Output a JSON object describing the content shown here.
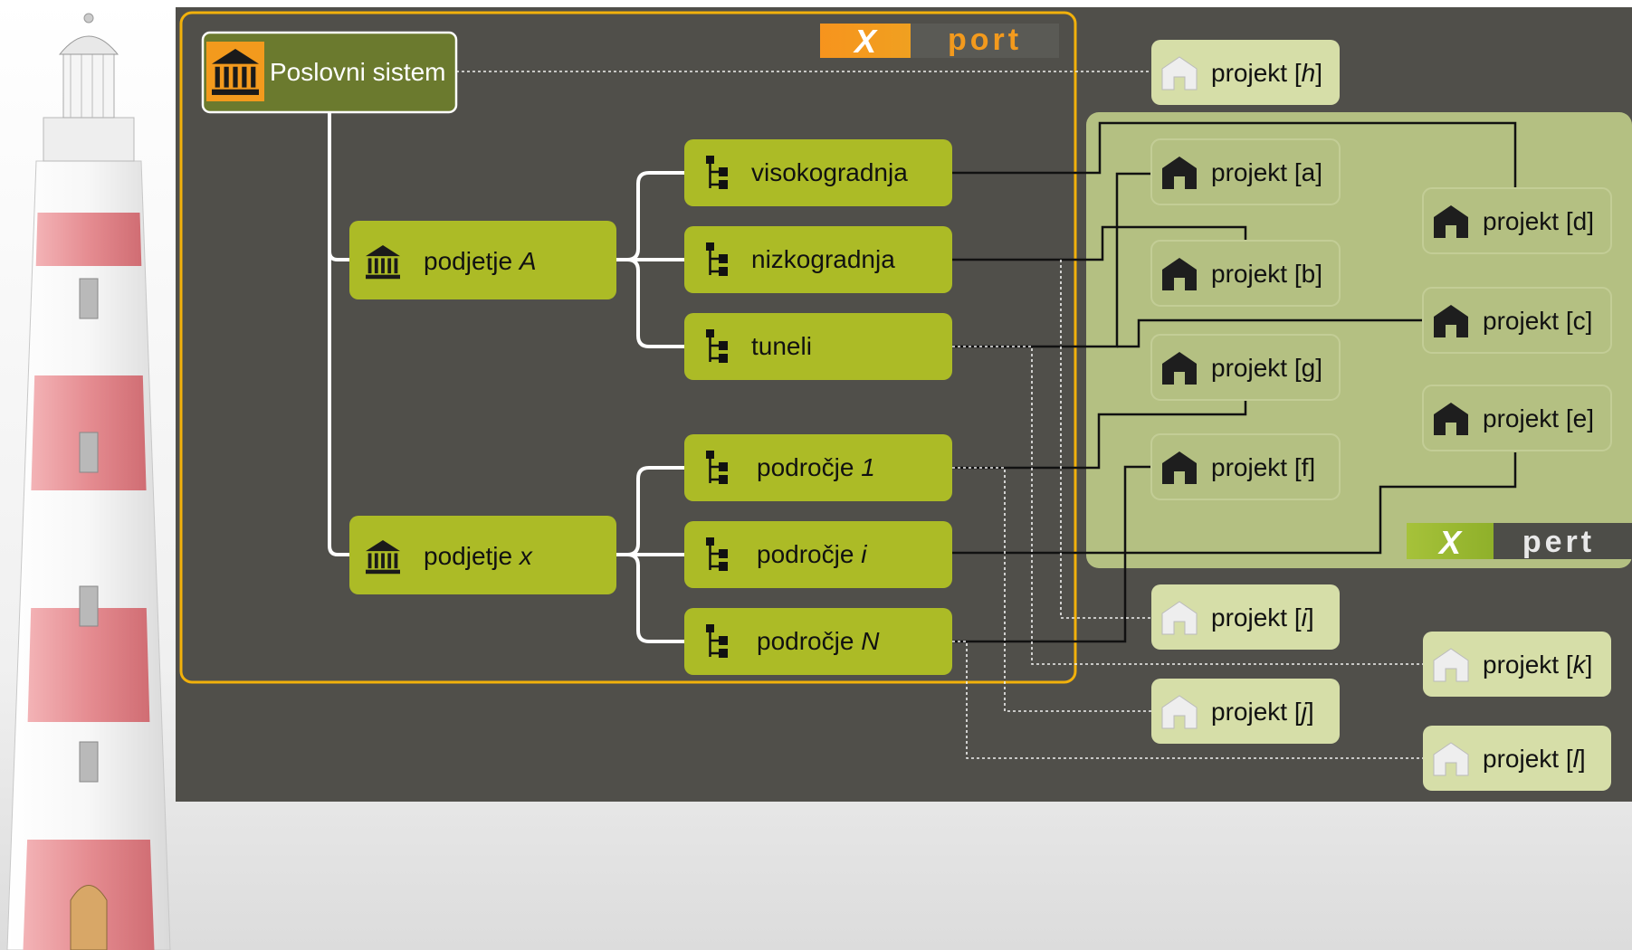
{
  "colors": {
    "panel": "#504f4a",
    "xport_frame": "#f2b10b",
    "xpert_panel": "#b4c082",
    "division": "#acbb26",
    "project_light": "#d6dea8",
    "root_fill": "#6b7a2e",
    "root_icon": "#f39a1d",
    "dark_house": "#1e1e1e",
    "light_house": "#eeeeee",
    "lighthouse_red": "#e58c91"
  },
  "logos": {
    "xport": {
      "mark": "X",
      "word": "port"
    },
    "xpert": {
      "mark": "X",
      "word": "pert"
    }
  },
  "root": {
    "label": "Poslovni sistem",
    "icon": "institution-icon"
  },
  "companies": [
    {
      "id": "A",
      "label_prefix": "podjetje ",
      "label_var": "A",
      "icon": "institution-icon"
    },
    {
      "id": "x",
      "label_prefix": "podjetje ",
      "label_var": "x",
      "icon": "institution-icon"
    }
  ],
  "divisions": [
    {
      "id": "visokogradnja",
      "company": "A",
      "label_prefix": "visokogradnja",
      "label_var": "",
      "icon": "hierarchy-icon"
    },
    {
      "id": "nizkogradnja",
      "company": "A",
      "label_prefix": "nizkogradnja",
      "label_var": "",
      "icon": "hierarchy-icon"
    },
    {
      "id": "tuneli",
      "company": "A",
      "label_prefix": "tuneli",
      "label_var": "",
      "icon": "hierarchy-icon"
    },
    {
      "id": "podrocje1",
      "company": "x",
      "label_prefix": "področje ",
      "label_var": "1",
      "icon": "hierarchy-icon"
    },
    {
      "id": "podrocjei",
      "company": "x",
      "label_prefix": "področje ",
      "label_var": "i",
      "icon": "hierarchy-icon"
    },
    {
      "id": "podrocjeN",
      "company": "x",
      "label_prefix": "področje ",
      "label_var": "N",
      "icon": "hierarchy-icon"
    }
  ],
  "projects": [
    {
      "id": "h",
      "label_prefix": "projekt [",
      "label_var": "h",
      "label_suffix": "]",
      "italic": true,
      "house": "light",
      "in_xpert": false
    },
    {
      "id": "a",
      "label_prefix": "projekt [",
      "label_var": "a",
      "label_suffix": "]",
      "italic": false,
      "house": "dark",
      "in_xpert": true
    },
    {
      "id": "b",
      "label_prefix": "projekt [",
      "label_var": "b",
      "label_suffix": "]",
      "italic": false,
      "house": "dark",
      "in_xpert": true
    },
    {
      "id": "g",
      "label_prefix": "projekt [",
      "label_var": "g",
      "label_suffix": "]",
      "italic": false,
      "house": "dark",
      "in_xpert": true
    },
    {
      "id": "f",
      "label_prefix": "projekt [",
      "label_var": "f",
      "label_suffix": "]",
      "italic": false,
      "house": "dark",
      "in_xpert": true
    },
    {
      "id": "d",
      "label_prefix": "projekt [",
      "label_var": "d",
      "label_suffix": "]",
      "italic": false,
      "house": "dark",
      "in_xpert": true
    },
    {
      "id": "c",
      "label_prefix": "projekt [",
      "label_var": "c",
      "label_suffix": "]",
      "italic": false,
      "house": "dark",
      "in_xpert": true
    },
    {
      "id": "e",
      "label_prefix": "projekt [",
      "label_var": "e",
      "label_suffix": "]",
      "italic": false,
      "house": "dark",
      "in_xpert": true
    },
    {
      "id": "i",
      "label_prefix": "projekt [",
      "label_var": "i",
      "label_suffix": "]",
      "italic": true,
      "house": "light",
      "in_xpert": false
    },
    {
      "id": "j",
      "label_prefix": "projekt [",
      "label_var": "j",
      "label_suffix": "]",
      "italic": true,
      "house": "light",
      "in_xpert": false
    },
    {
      "id": "k",
      "label_prefix": "projekt [",
      "label_var": "k",
      "label_suffix": "]",
      "italic": true,
      "house": "light",
      "in_xpert": false
    },
    {
      "id": "l",
      "label_prefix": "projekt [",
      "label_var": "l",
      "label_suffix": "]",
      "italic": true,
      "house": "light",
      "in_xpert": false
    }
  ],
  "links": [
    {
      "from": "root",
      "to": "h",
      "style": "dotted"
    },
    {
      "from": "visokogradnja",
      "to": "d",
      "style": "solid"
    },
    {
      "from": "nizkogradnja",
      "to": "b",
      "style": "solid"
    },
    {
      "from": "tuneli",
      "to": "a",
      "style": "solid"
    },
    {
      "from": "tuneli",
      "to": "c",
      "style": "solid"
    },
    {
      "from": "podrocje1",
      "to": "g",
      "style": "solid"
    },
    {
      "from": "podrocjei",
      "to": "e",
      "style": "solid"
    },
    {
      "from": "podrocjeN",
      "to": "f",
      "style": "solid"
    },
    {
      "from": "nizkogradnja",
      "to": "i",
      "style": "dotted"
    },
    {
      "from": "tuneli",
      "to": "k",
      "style": "dotted"
    },
    {
      "from": "podrocje1",
      "to": "j",
      "style": "dotted"
    },
    {
      "from": "podrocjeN",
      "to": "l",
      "style": "dotted"
    }
  ]
}
